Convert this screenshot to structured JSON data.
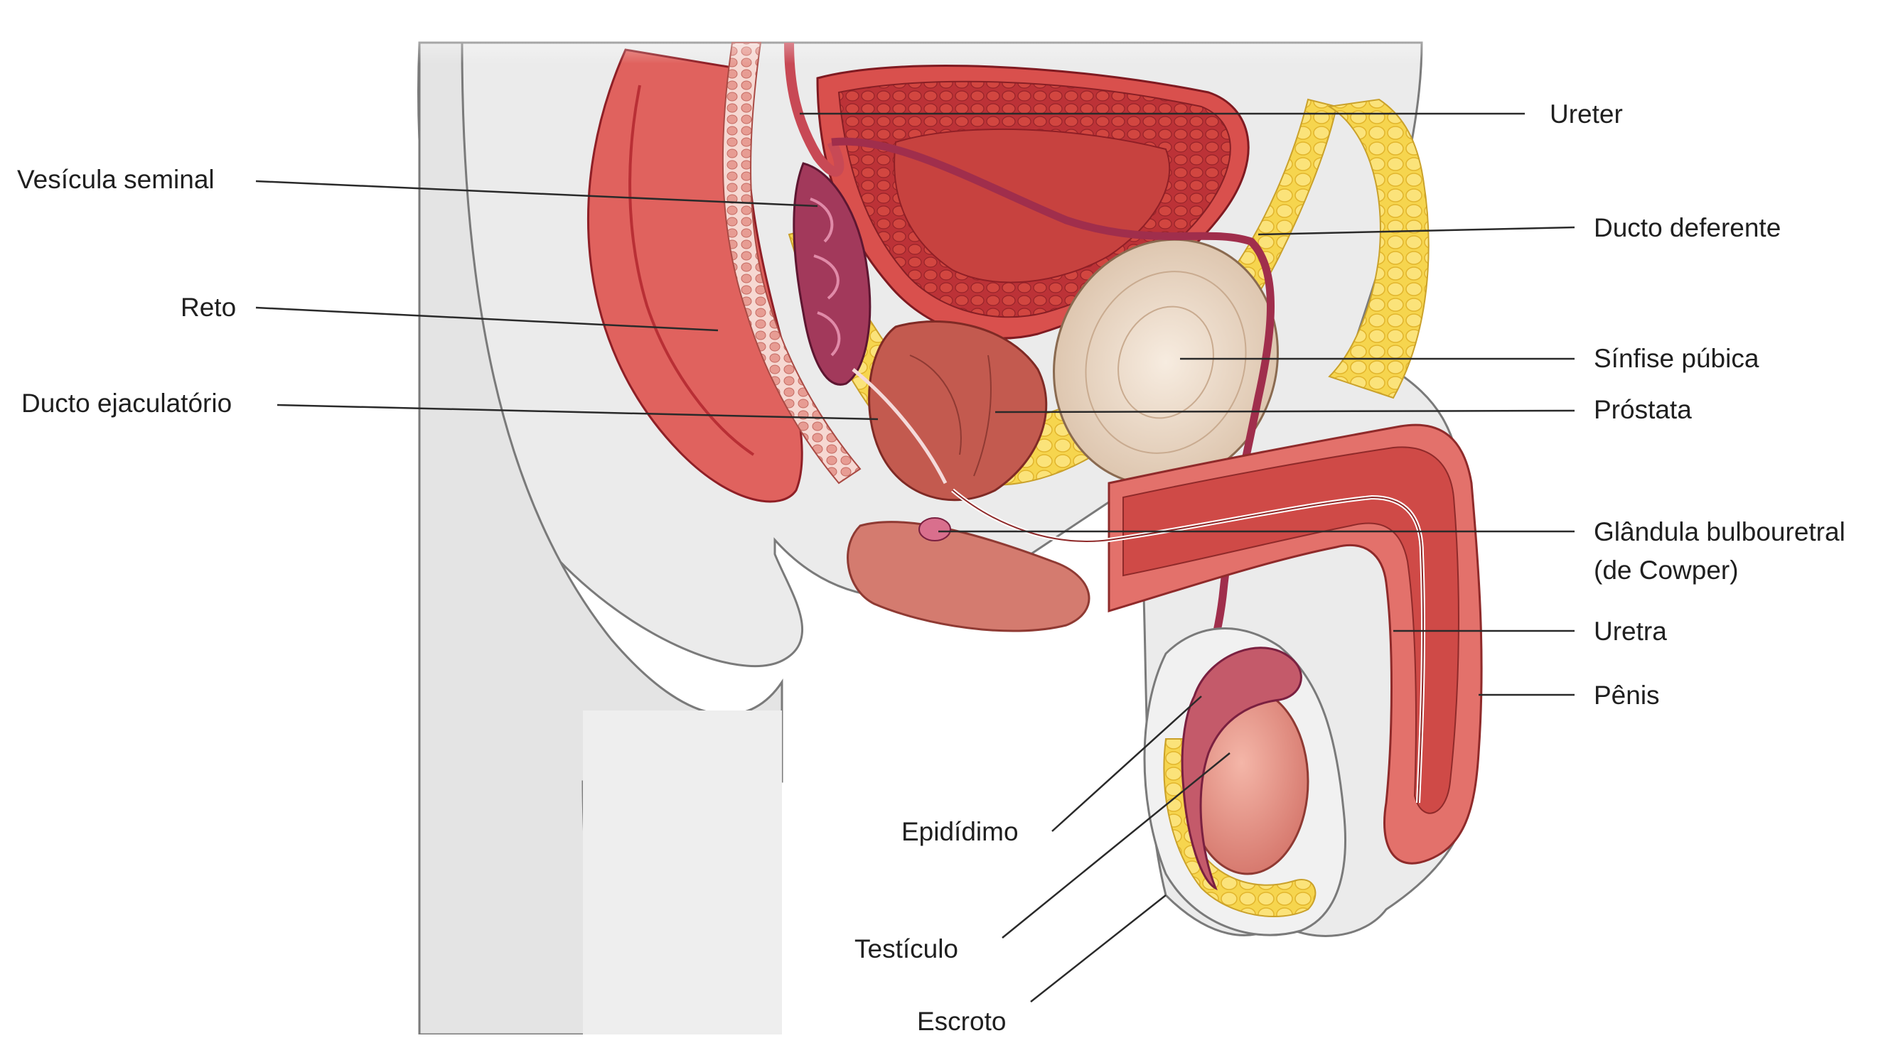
{
  "diagram": {
    "colors": {
      "muscle": "#e0625e",
      "muscle_dark": "#b92f35",
      "fat": "#f6d54e",
      "bone_light": "#ecdcc8",
      "skin_outline": "#7a7a7a",
      "body_gray": "#e9e9e9",
      "leader_line": "#2a2a2a"
    },
    "labels": {
      "ureter": "Ureter",
      "ductus_deferens": "Ducto deferente",
      "pubic_symphysis": "Sínfise púbica",
      "prostate": "Próstata",
      "bulbourethral_line1": "Glândula bulbouretral",
      "bulbourethral_line2": "(de Cowper)",
      "urethra": "Uretra",
      "penis": "Pênis",
      "seminal_vesicle": "Vesícula seminal",
      "rectum": "Reto",
      "ejaculatory_duct": "Ducto ejaculatório",
      "epididymis": "Epidídimo",
      "testis": "Testículo",
      "scrotum": "Escroto"
    }
  }
}
